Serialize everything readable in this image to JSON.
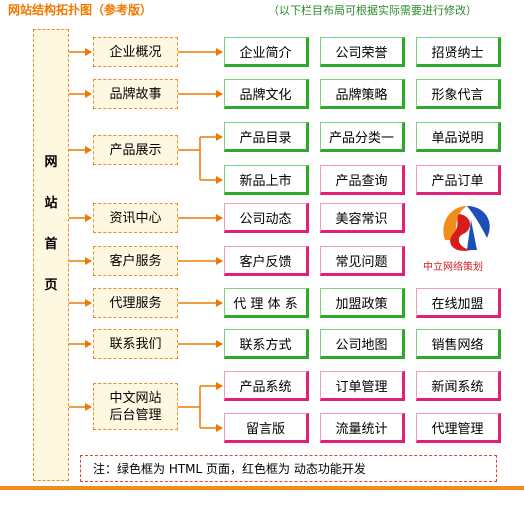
{
  "title": "网站结构拓扑图（参考版）",
  "subtitle": "（以下栏目布局可根据实际需要进行修改）",
  "root": {
    "chars": [
      "网",
      "站",
      "首",
      "页"
    ]
  },
  "categories": [
    "企业概况",
    "品牌故事",
    "产品展示",
    "资讯中心",
    "客户服务",
    "代理服务",
    "联系我们",
    "中文网站后台管理"
  ],
  "rows": {
    "r1": [
      "企业简介",
      "公司荣誉",
      "招贤纳士"
    ],
    "r2": [
      "品牌文化",
      "品牌策略",
      "形象代言"
    ],
    "r3a": [
      "产品目录",
      "产品分类一",
      "单品说明"
    ],
    "r3b": [
      "新品上市",
      "产品查询",
      "产品订单"
    ],
    "r4": [
      "公司动态",
      "美容常识"
    ],
    "r5": [
      "客户反馈",
      "常见问题"
    ],
    "r6": [
      "代 理 体 系",
      "加盟政策",
      "在线加盟"
    ],
    "r7": [
      "联系方式",
      "公司地图",
      "销售网络"
    ],
    "r8a": [
      "产品系统",
      "订单管理",
      "新闻系统"
    ],
    "r8b": [
      "留言版",
      "流量统计",
      "代理管理"
    ]
  },
  "cat_line2": {
    "first": "中文网站",
    "second": "后台管理"
  },
  "logo": {
    "caption": "中立网络策划",
    "colors": [
      "#f28c1a",
      "#1e4fb8",
      "#d81b1b"
    ]
  },
  "note": "注：绿色框为 HTML 页面，红色框为 动态功能开发",
  "colors": {
    "orange": "#f08a2a",
    "green": "#2fa82f",
    "pink": "#e0207a",
    "arrow": "#f07800"
  }
}
